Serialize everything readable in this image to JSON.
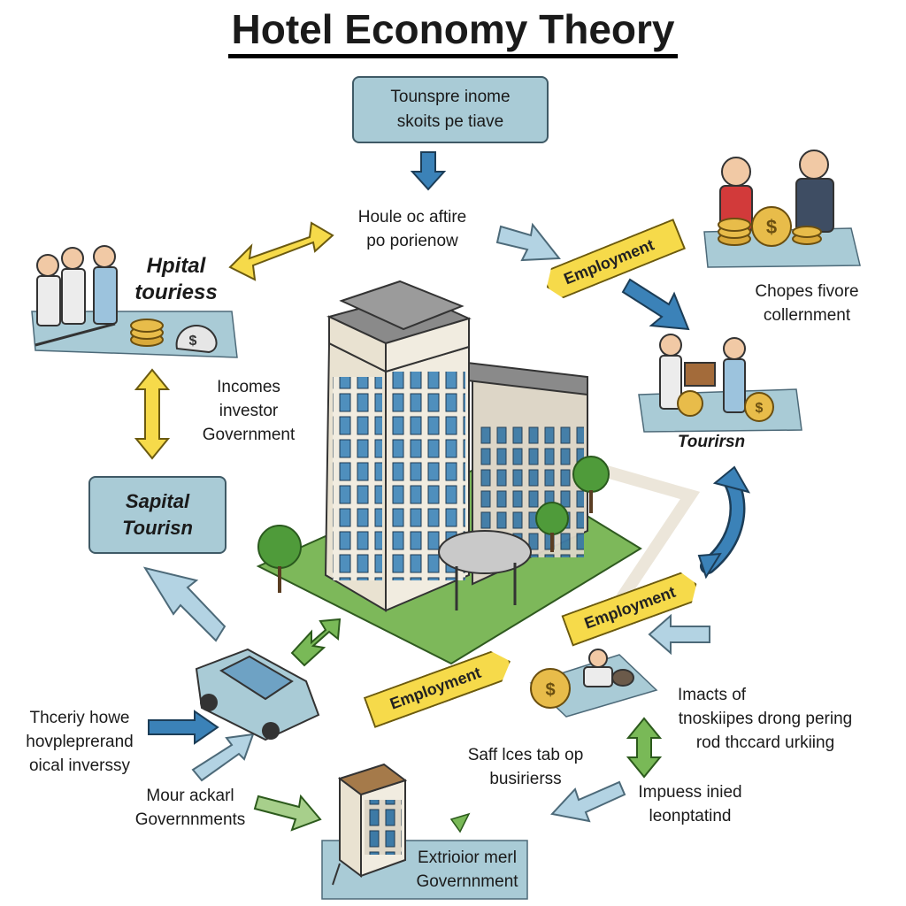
{
  "title": "Hotel Economy Theory",
  "top_box": {
    "line1": "Tounspre inome",
    "line2": "skoits pe tiave"
  },
  "top_center": {
    "line1": "Houle oc aftire",
    "line2": "po porienow"
  },
  "left_top": {
    "line1": "Hpital",
    "line2": "touriess"
  },
  "left_mid": {
    "line1": "Incomes",
    "line2": "investor",
    "line3": "Government"
  },
  "left_box": {
    "line1": "Sapital",
    "line2": "Tourisn"
  },
  "left_bottom": {
    "line1": "Thceriy howe",
    "line2": "hovpleprerand",
    "line3": "oical inverssy"
  },
  "bottom_left": {
    "line1": "Mour ackarl",
    "line2": "Governnments"
  },
  "bottom_center_left": {
    "line1": "Saff lces tab op",
    "line2": "busirierss"
  },
  "bottom_building": {
    "line1": "Extrioior merl",
    "line2": "Governnment"
  },
  "right_top": {
    "line1": "Chopes fivore",
    "line2": "collernment"
  },
  "right_mid": {
    "label": "Tourirsn"
  },
  "right_bottom": {
    "line1": "Imacts of",
    "line2": "tnoskiipes drong pering",
    "line3": "rod thccard urkiing"
  },
  "bottom_right": {
    "line1": "Impuess inied",
    "line2": "leonptatind"
  },
  "employment_labels": [
    "Employment",
    "Employment",
    "Employment"
  ],
  "currency_symbol": "$",
  "colors": {
    "yellow": "#f6da4a",
    "blue_arrow": "#3b82b8",
    "light_blue_arrow": "#b3d3e3",
    "green_arrow": "#79b957",
    "box_fill": "#a9cbd6",
    "building_glass": "#4f8fbd"
  }
}
